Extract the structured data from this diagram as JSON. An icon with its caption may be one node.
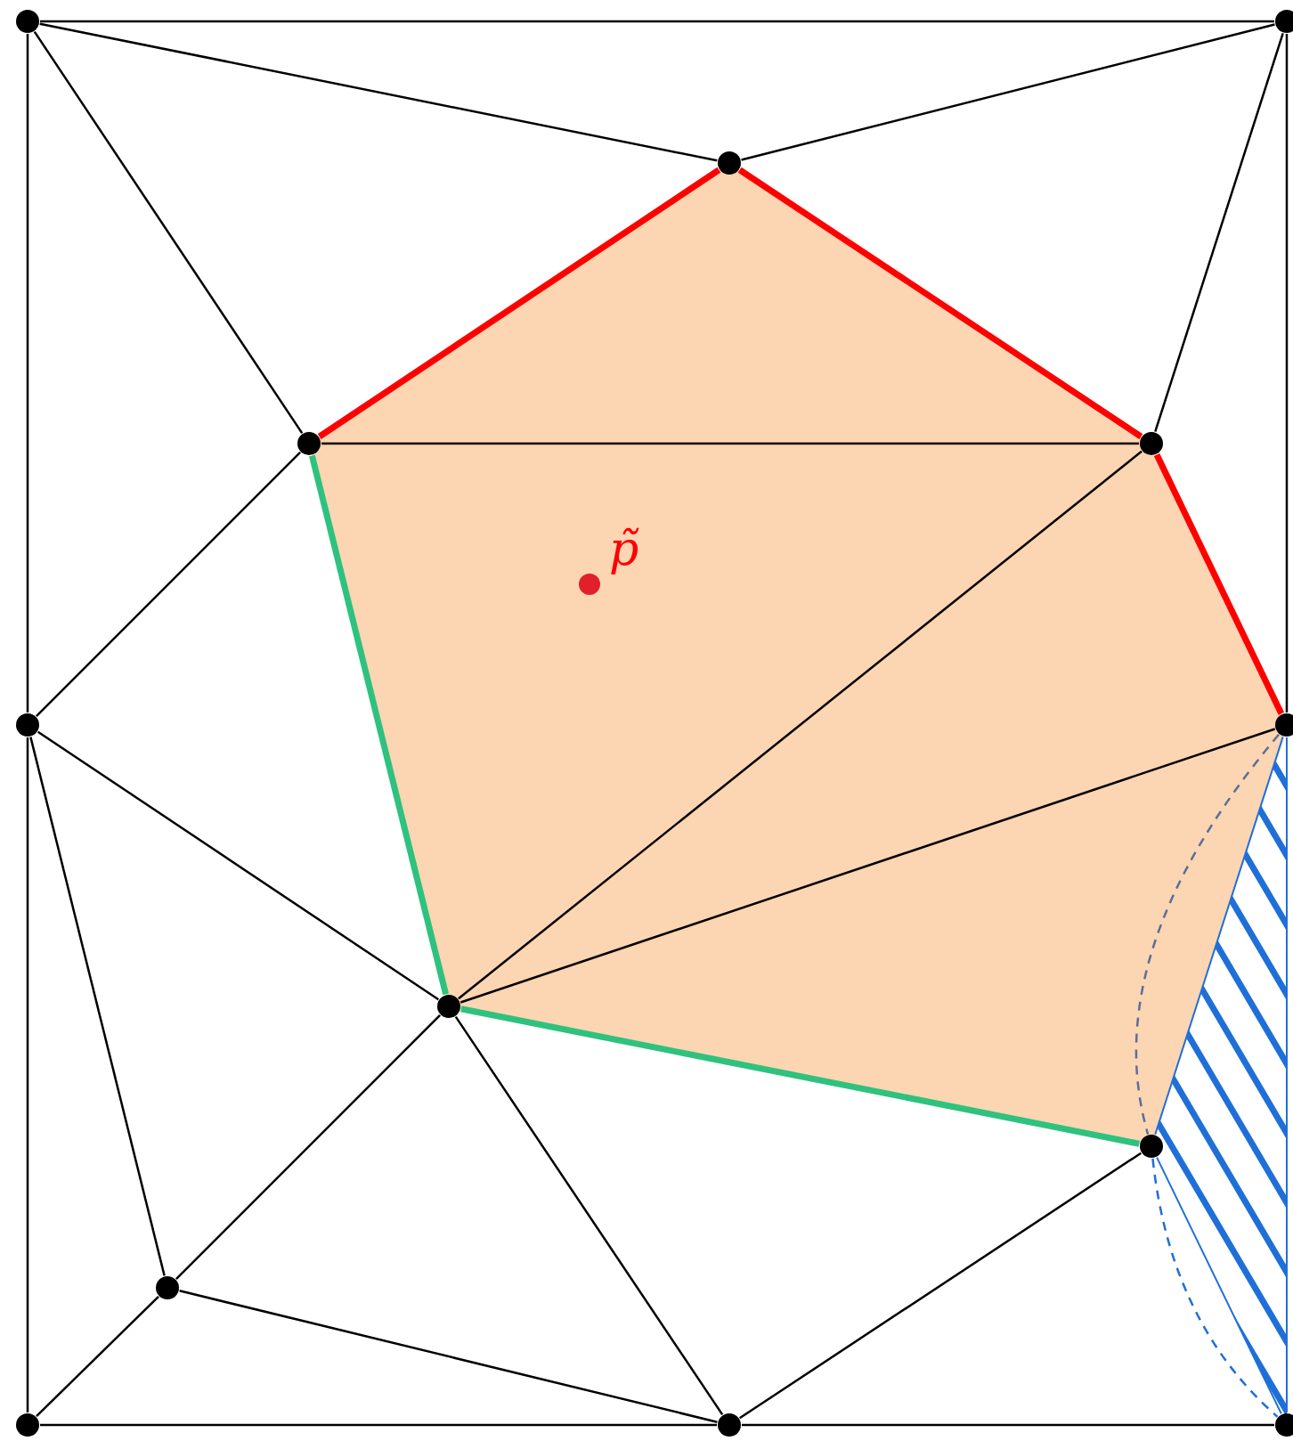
{
  "diagram": {
    "nodes": [
      {
        "text": [],
        "shape": "circle"
      },
      {
        "text": [],
        "shape": "circle"
      },
      {
        "text": [],
        "shape": "circle"
      },
      {
        "text": [],
        "shape": "circle"
      },
      {
        "text": [],
        "shape": "circle"
      },
      {
        "text": [],
        "shape": "circle",
        "beside": [
          "p̃"
        ]
      },
      {
        "text": [],
        "shape": "circle"
      },
      {
        "text": [],
        "shape": "circle"
      },
      {
        "text": [],
        "shape": "circle"
      },
      {
        "text": [],
        "shape": "circle"
      },
      {
        "text": [],
        "shape": "circle"
      },
      {
        "text": [],
        "shape": "circle"
      },
      {
        "text": [],
        "shape": "circle"
      },
      {
        "text": [],
        "shape": "circle"
      }
    ],
    "edges": [
      {
        "from": 0,
        "to": 1,
        "arrow": "none"
      },
      {
        "from": 0,
        "to": 2,
        "arrow": "none"
      },
      {
        "from": 0,
        "to": 3,
        "arrow": "none"
      },
      {
        "from": 0,
        "to": 6,
        "arrow": "none"
      },
      {
        "from": 1,
        "to": 2,
        "arrow": "none"
      },
      {
        "from": 1,
        "to": 4,
        "arrow": "none"
      },
      {
        "from": 1,
        "to": 7,
        "arrow": "none"
      },
      {
        "from": 2,
        "to": 3,
        "arrow": "none",
        "style": "thick",
        "color": "#ff0000"
      },
      {
        "from": 2,
        "to": 4,
        "arrow": "none",
        "style": "thick",
        "color": "#ff0000"
      },
      {
        "from": 3,
        "to": 4,
        "arrow": "none"
      },
      {
        "from": 3,
        "to": 6,
        "arrow": "none"
      },
      {
        "from": 3,
        "to": 8,
        "arrow": "none",
        "style": "thick",
        "color": "#2ec27e"
      },
      {
        "from": 4,
        "to": 7,
        "arrow": "none",
        "style": "thick",
        "color": "#ff0000"
      },
      {
        "from": 4,
        "to": 8,
        "arrow": "none"
      },
      {
        "from": 6,
        "to": 8,
        "arrow": "none"
      },
      {
        "from": 6,
        "to": 10,
        "arrow": "none"
      },
      {
        "from": 6,
        "to": 11,
        "arrow": "none"
      },
      {
        "from": 7,
        "to": 8,
        "arrow": "none"
      },
      {
        "from": 7,
        "to": 9,
        "arrow": "none",
        "color": "#1f6fd8"
      },
      {
        "from": 7,
        "to": 13,
        "arrow": "none",
        "color": "#1f6fd8"
      },
      {
        "from": 7,
        "to": 9,
        "arrow": "none",
        "style": "dashed",
        "color": "#5a6f94"
      },
      {
        "from": 8,
        "to": 9,
        "arrow": "none",
        "style": "thick",
        "color": "#2ec27e"
      },
      {
        "from": 8,
        "to": 10,
        "arrow": "none"
      },
      {
        "from": 8,
        "to": 12,
        "arrow": "none"
      },
      {
        "from": 9,
        "to": 12,
        "arrow": "none"
      },
      {
        "from": 9,
        "to": 13,
        "arrow": "none",
        "color": "#1f6fd8"
      },
      {
        "from": 9,
        "to": 13,
        "arrow": "none",
        "style": "dashed",
        "color": "#1f6fd8"
      },
      {
        "from": 10,
        "to": 11,
        "arrow": "none"
      },
      {
        "from": 10,
        "to": 12,
        "arrow": "none"
      },
      {
        "from": 11,
        "to": 12,
        "arrow": "none"
      },
      {
        "from": 12,
        "to": 13,
        "arrow": "none"
      }
    ]
  }
}
